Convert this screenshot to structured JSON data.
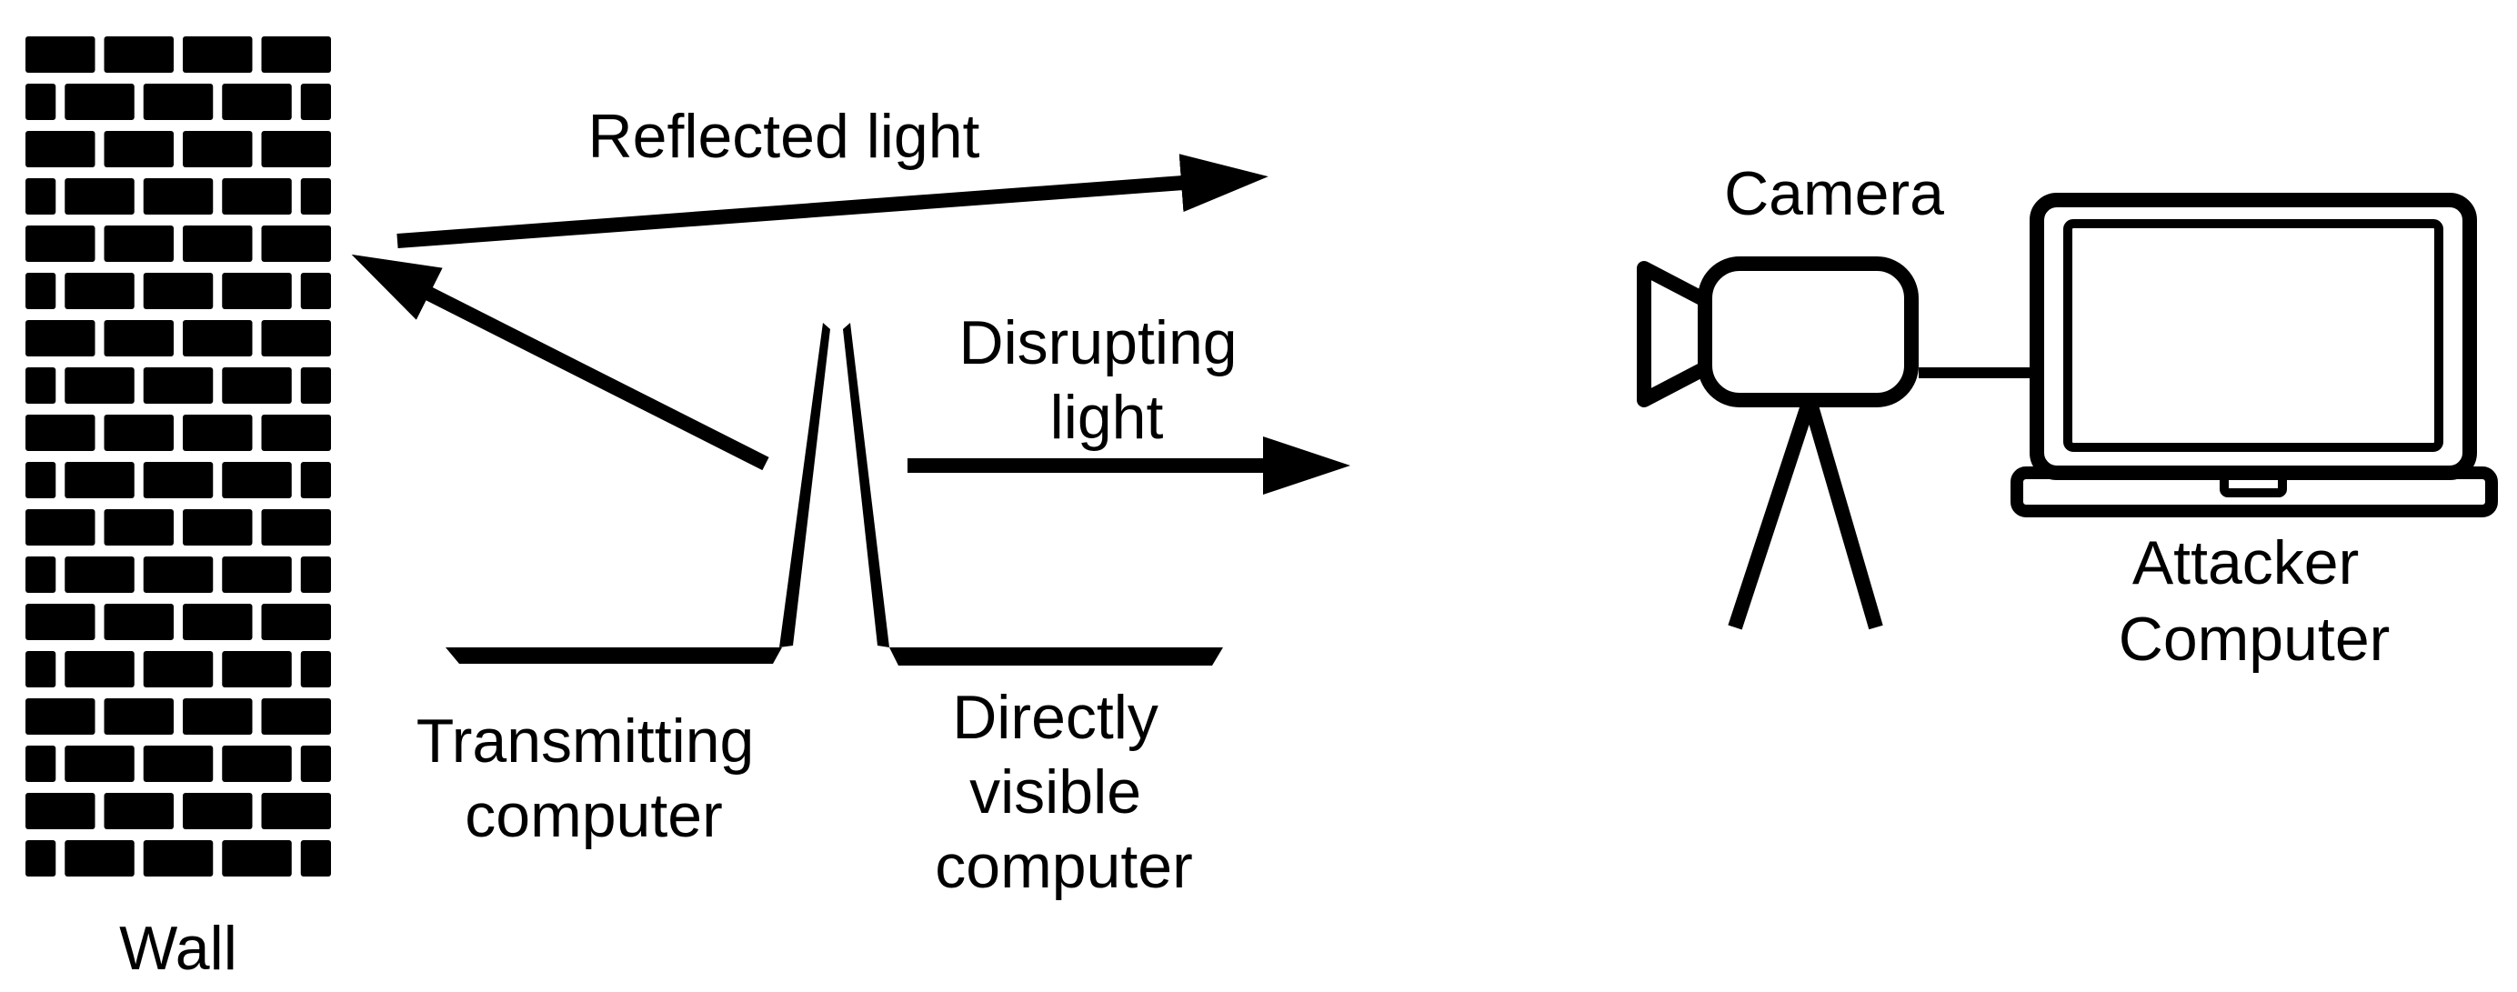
{
  "labels": {
    "wall": "Wall",
    "reflected_light": "Reflected light",
    "disrupting_light": [
      "Disrupting",
      "light"
    ],
    "transmitting_computer": [
      "Transmitting",
      "computer"
    ],
    "directly_visible_computer": [
      "Directly",
      "visible",
      "computer"
    ],
    "camera": "Camera",
    "attacker_computer": [
      "Attacker",
      "Computer"
    ]
  },
  "icons": {
    "wall": "brick-wall-icon",
    "transmitting_laptop": "laptop-side-view-icon",
    "visible_laptop": "laptop-side-view-icon",
    "camera": "video-camera-icon",
    "tripod": "tripod-icon",
    "attacker_laptop": "laptop-icon"
  },
  "colors": {
    "ink": "#000000",
    "background": "#ffffff"
  }
}
